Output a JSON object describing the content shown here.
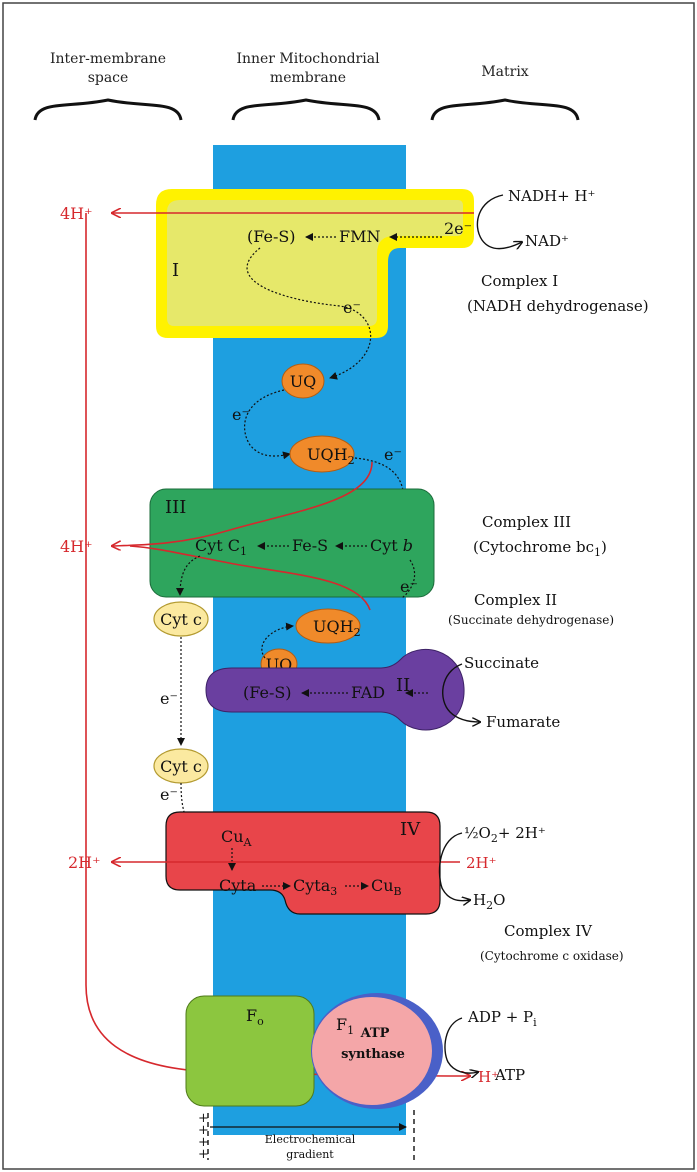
{
  "regions": {
    "intermembrane": [
      "Inter-membrane",
      "space"
    ],
    "membrane": [
      "Inner Mitochondrial",
      "membrane"
    ],
    "matrix": "Matrix"
  },
  "complex_I": {
    "numeral": "I",
    "fes": "(Fe-S)",
    "fmn": "FMN",
    "two_e": "2e⁻",
    "e": "e⁻",
    "proton": "4H⁺",
    "nadh": "NADH+ H⁺",
    "nad": "NAD⁺",
    "name": "Complex I",
    "desc": "(NADH dehydrogenase)"
  },
  "carriers": {
    "uq": "UQ",
    "uqh2_base": "UQH",
    "uqh2_sub": "2",
    "e_left": "e⁻",
    "e_right": "e⁻"
  },
  "complex_III": {
    "numeral": "III",
    "cytc1_base": "Cyt C",
    "cytc1_sub": "1",
    "fes": "Fe-S",
    "cytb_base": "Cyt ",
    "cytb_italic": "b",
    "e": "e⁻",
    "proton": "4H⁺",
    "name": "Complex III",
    "desc_base": "(Cytochrome bc",
    "desc_sub": "1",
    "desc_end": ")"
  },
  "complex_II": {
    "numeral": "II",
    "fes": "(Fe-S)",
    "fad": "FAD",
    "uq": "UQ",
    "uqh2_base": "UQH",
    "uqh2_sub": "2",
    "succinate": "Succinate",
    "fumarate": "Fumarate",
    "name": "Complex II",
    "desc": "(Succinate dehydrogenase)"
  },
  "cyt_c": {
    "label": "Cyt c",
    "e_mid": "e⁻",
    "e_low": "e⁻"
  },
  "complex_IV": {
    "numeral": "IV",
    "cua_base": "Cu",
    "cua_sub": "A",
    "cyta": "Cyta",
    "cyta3_base": "Cyta",
    "cyta3_sub": "3",
    "cub_base": "Cu",
    "cub_sub": "B",
    "o2_frac": "½",
    "o2_base": "O",
    "o2_sub": "2",
    "o2_end": "+ 2H⁺",
    "red_h": "2H⁺",
    "water_base": "H",
    "water_sub": "2",
    "water_end": "O",
    "proton": "2H⁺",
    "name": "Complex IV",
    "desc": "(Cytochrome c oxidase)"
  },
  "atp_synthase": {
    "fo_base": "F",
    "fo_sub": "o",
    "f1_base": "F",
    "f1_sub": "1",
    "line1": "ATP",
    "line2": "synthase",
    "adp": "ADP + P",
    "adp_sub": "i",
    "atp": "ATP",
    "h": "H⁺"
  },
  "gradient": {
    "line1": "Electrochemical",
    "line2": "gradient",
    "plus": "+"
  },
  "colors": {
    "membrane": "#1e9fe0",
    "complex_I_outer": "#fff200",
    "complex_I_inner": "#e6e86a",
    "complex_III": "#2ea55d",
    "complex_II": "#6a3fa0",
    "complex_IV": "#e8454a",
    "carrier": "#f08a2a",
    "cyt_c": "#fbe9a0",
    "fo": "#8cc63f",
    "f1": "#f4a6a8",
    "f1_edge": "#4a60c8",
    "proton_red": "#d6282d"
  }
}
